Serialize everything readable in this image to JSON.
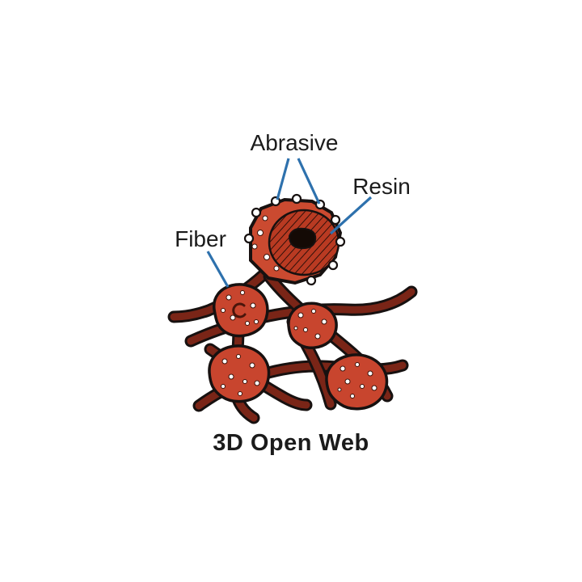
{
  "labels": {
    "abrasive": "Abrasive",
    "resin": "Resin",
    "fiber": "Fiber"
  },
  "caption": "3D Open Web",
  "colors": {
    "background": "#ffffff",
    "fiber_core": "#7a2517",
    "outline": "#171110",
    "blob_fill": "#c8452e",
    "hatch_base": "#b93a22",
    "hatch_line": "#30100a",
    "core_dark": "#140a05",
    "leader_line": "#2e71ad",
    "text": "#1b1b1b",
    "speck": "#ffffff"
  }
}
